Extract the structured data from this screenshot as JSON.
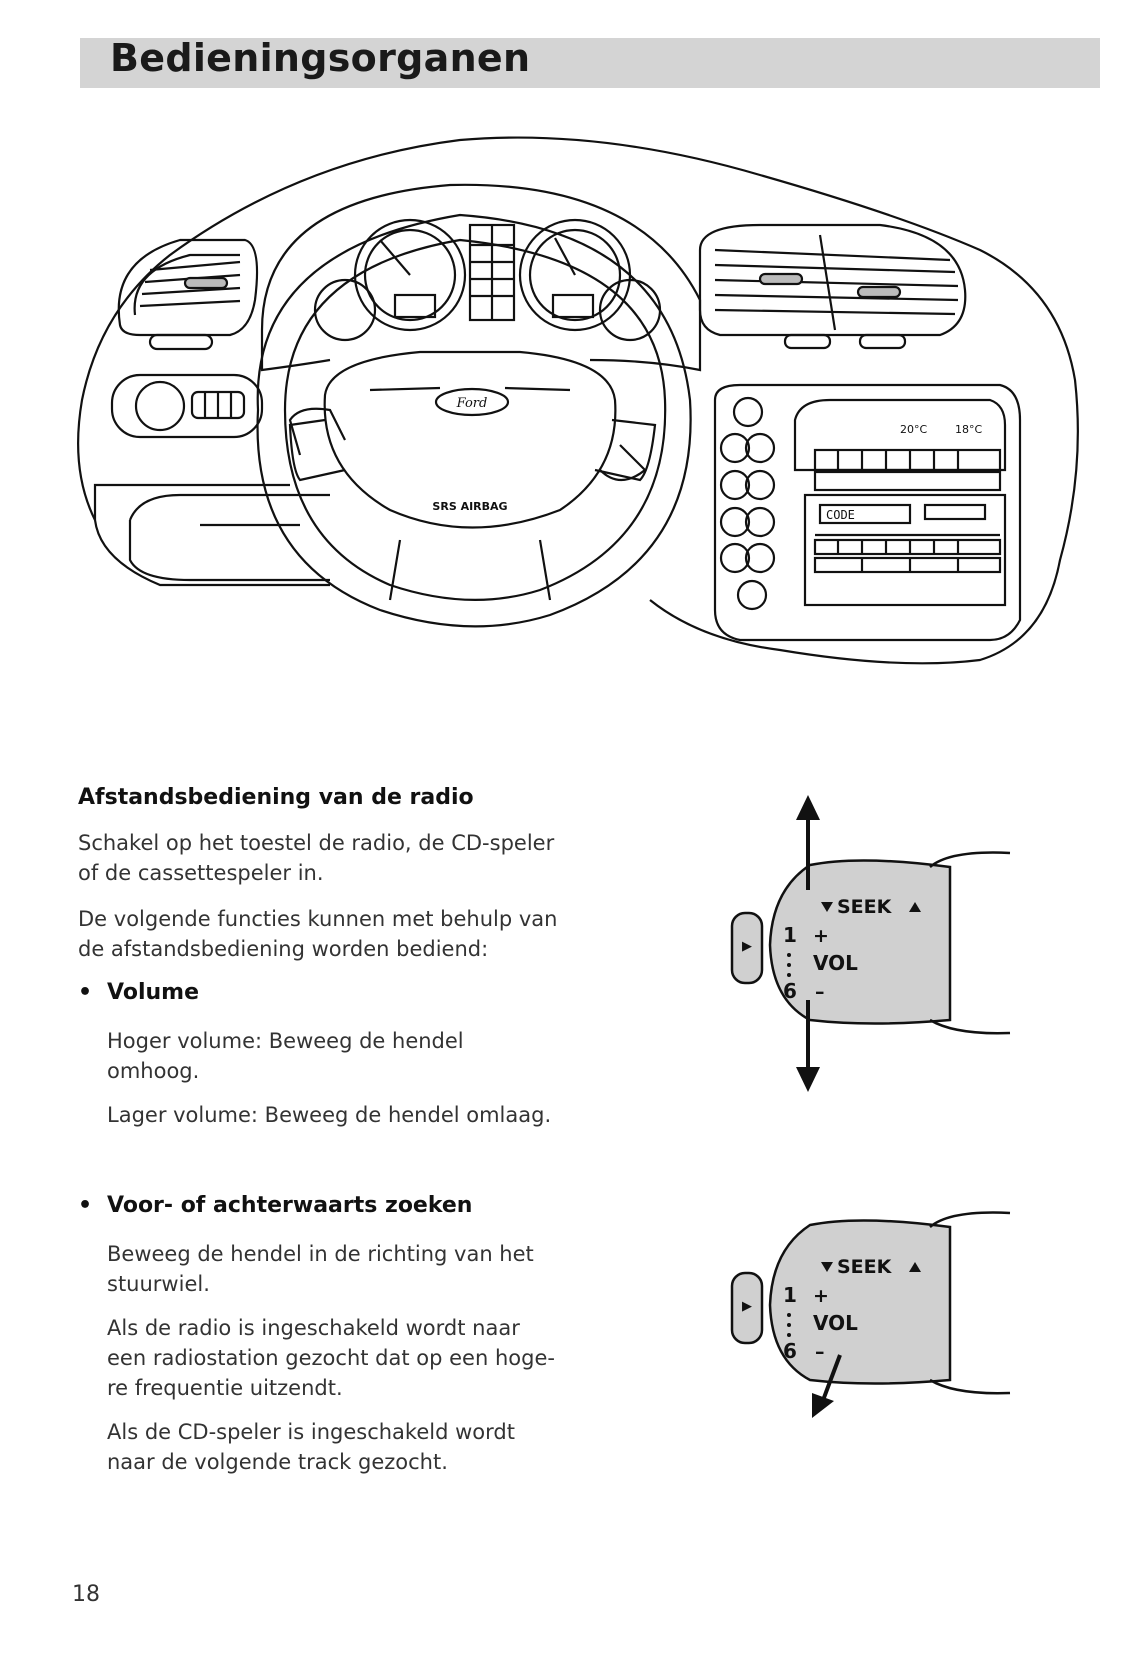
{
  "page": {
    "title": "Bedieningsorganen",
    "page_number": "18"
  },
  "dashboard": {
    "airbag_label": "SRS AIRBAG",
    "brand_label": "Ford",
    "radio_display": "CODE",
    "climate_display_1": "20°C",
    "climate_display_2": "18°C"
  },
  "section": {
    "heading": "Afstandsbediening van de radio",
    "intro_1": [
      "Schakel op het toestel de radio, de CD-speler",
      "of de cassettespeler in."
    ],
    "intro_2": [
      "De volgende functies kunnen met behulp van",
      "de afstandsbediening worden bediend:"
    ]
  },
  "bullets": [
    {
      "title": "Volume",
      "paragraphs": [
        [
          "Hoger volume: Beweeg de hendel",
          "omhoog."
        ],
        [
          "Lager volume: Beweeg de hendel omlaag."
        ]
      ]
    },
    {
      "title": "Voor- of achterwaarts zoeken",
      "paragraphs": [
        [
          "Beweeg de hendel in de richting van het",
          "stuurwiel."
        ],
        [
          "Als de radio is ingeschakeld wordt naar",
          "een radiostation gezocht dat op een hoge-",
          "re frequentie uitzendt."
        ],
        [
          "Als de CD-speler is ingeschakeld wordt",
          "naar de volgende track gezocht."
        ]
      ]
    }
  ],
  "lever": {
    "seek_label": "SEEK",
    "plus": "+",
    "vol_label": "VOL",
    "minus": "–",
    "num_top": "1",
    "num_bottom": "6",
    "play_glyph": "▶"
  }
}
